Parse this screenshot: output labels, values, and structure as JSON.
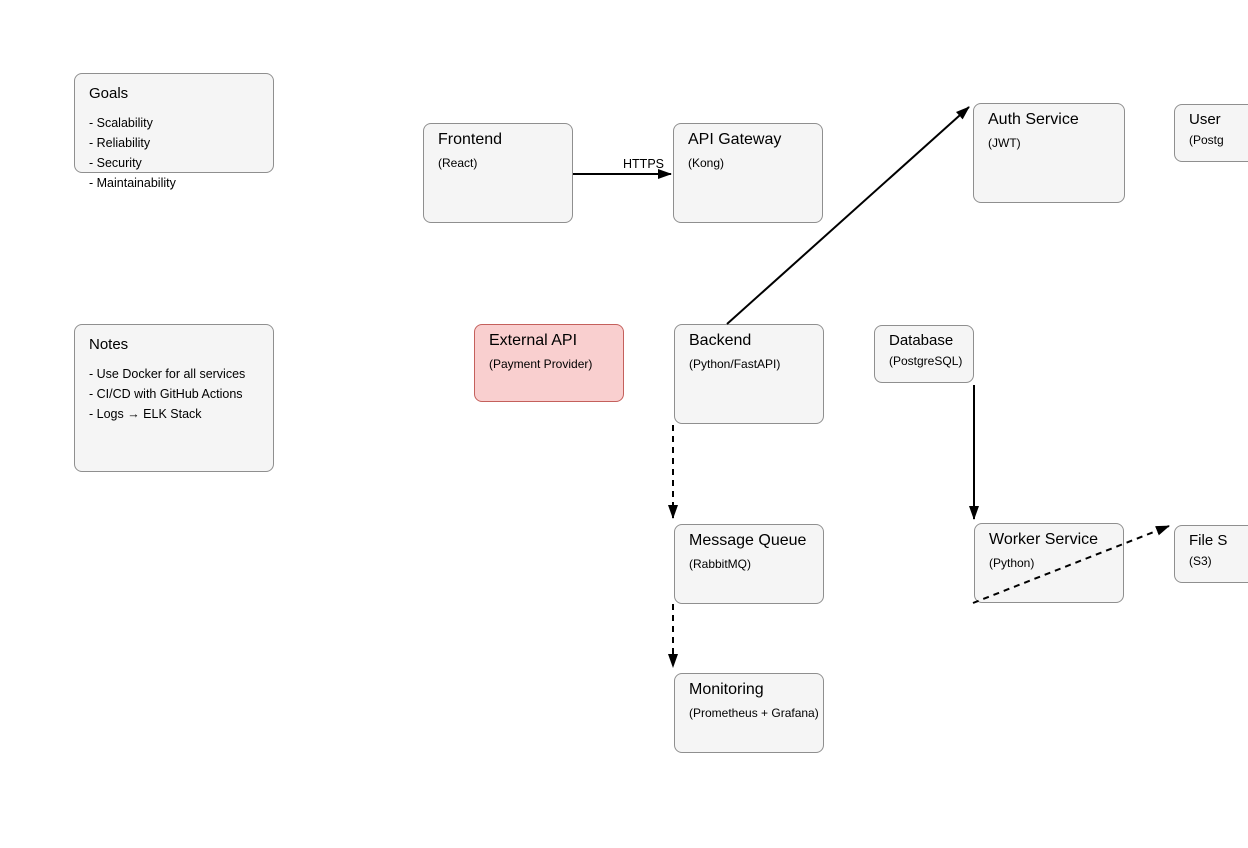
{
  "diagram": {
    "sticky_notes": {
      "goals": {
        "title": "Goals",
        "items": [
          "- Scalability",
          "- Reliability",
          "- Security",
          "- Maintainability"
        ]
      },
      "notes": {
        "title": "Notes",
        "items": [
          "- Use Docker for all services",
          "- CI/CD with GitHub Actions",
          "- Logs → ELK Stack"
        ]
      }
    },
    "nodes": {
      "frontend": {
        "title": "Frontend",
        "subtitle": "(React)"
      },
      "api_gateway": {
        "title": "API Gateway",
        "subtitle": "(Kong)"
      },
      "auth_service": {
        "title": "Auth Service",
        "subtitle": "(JWT)"
      },
      "user_db": {
        "title": "User",
        "subtitle": "(Postg"
      },
      "external_api": {
        "title": "External API",
        "subtitle": "(Payment Provider)"
      },
      "backend": {
        "title": "Backend",
        "subtitle": "(Python/FastAPI)"
      },
      "database": {
        "title": "Database",
        "subtitle": "(PostgreSQL)"
      },
      "message_queue": {
        "title": "Message Queue",
        "subtitle": "(RabbitMQ)"
      },
      "worker_service": {
        "title": "Worker Service",
        "subtitle": "(Python)"
      },
      "file_storage": {
        "title": "File S",
        "subtitle": "(S3)"
      },
      "monitoring": {
        "title": "Monitoring",
        "subtitle": "(Prometheus + Grafana)"
      }
    },
    "edges": {
      "frontend_to_api_gateway": {
        "label": "HTTPS",
        "style": "solid"
      },
      "backend_to_auth_service": {
        "style": "solid"
      },
      "backend_to_message_queue": {
        "style": "dashed"
      },
      "message_queue_to_monitoring": {
        "style": "dashed"
      },
      "database_to_worker_service": {
        "style": "solid"
      },
      "worker_service_to_file_storage": {
        "style": "dashed"
      }
    },
    "colors": {
      "background": "#ffffff",
      "node_fill": "#f5f5f5",
      "node_stroke": "#8f8f8f",
      "external_fill": "#f9cfcf",
      "external_stroke": "#c4605c",
      "edge": "#000000",
      "text": "#000000"
    }
  }
}
